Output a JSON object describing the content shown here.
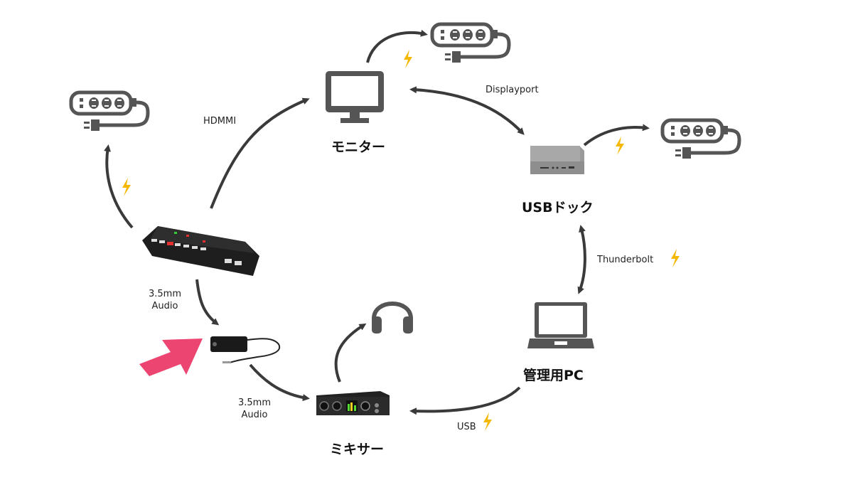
{
  "diagram": {
    "nodes": {
      "monitor": {
        "label": "モニター",
        "icon": "monitor-icon"
      },
      "usb_dock": {
        "label": "USBドック",
        "icon": "usb-dock-icon"
      },
      "admin_pc": {
        "label": "管理用PC",
        "icon": "laptop-icon"
      },
      "mixer": {
        "label": "ミキサー",
        "icon": "audio-interface-icon"
      },
      "switcher": {
        "label": "",
        "icon": "video-switcher-icon"
      },
      "ground_loop_isolator": {
        "label": "",
        "icon": "audio-isolator-icon"
      },
      "headphones": {
        "label": "",
        "icon": "headphones-icon"
      },
      "power_strip_left": {
        "label": "",
        "icon": "power-strip-icon"
      },
      "power_strip_monitor": {
        "label": "",
        "icon": "power-strip-icon"
      },
      "power_strip_dock": {
        "label": "",
        "icon": "power-strip-icon"
      }
    },
    "edges": {
      "hdmi": {
        "label": "HDMMI"
      },
      "displayport": {
        "label": "Displayport"
      },
      "thunderbolt": {
        "label": "Thunderbolt"
      },
      "usb": {
        "label": "USB"
      },
      "audio1": {
        "line1": "3.5mm",
        "line2": "Audio"
      },
      "audio2": {
        "line1": "3.5mm",
        "line2": "Audio"
      }
    },
    "colors": {
      "arrow": "#3a3a3a",
      "icon": "#555555",
      "lightning": "#f5b800",
      "highlight_arrow": "#ec4571"
    }
  }
}
